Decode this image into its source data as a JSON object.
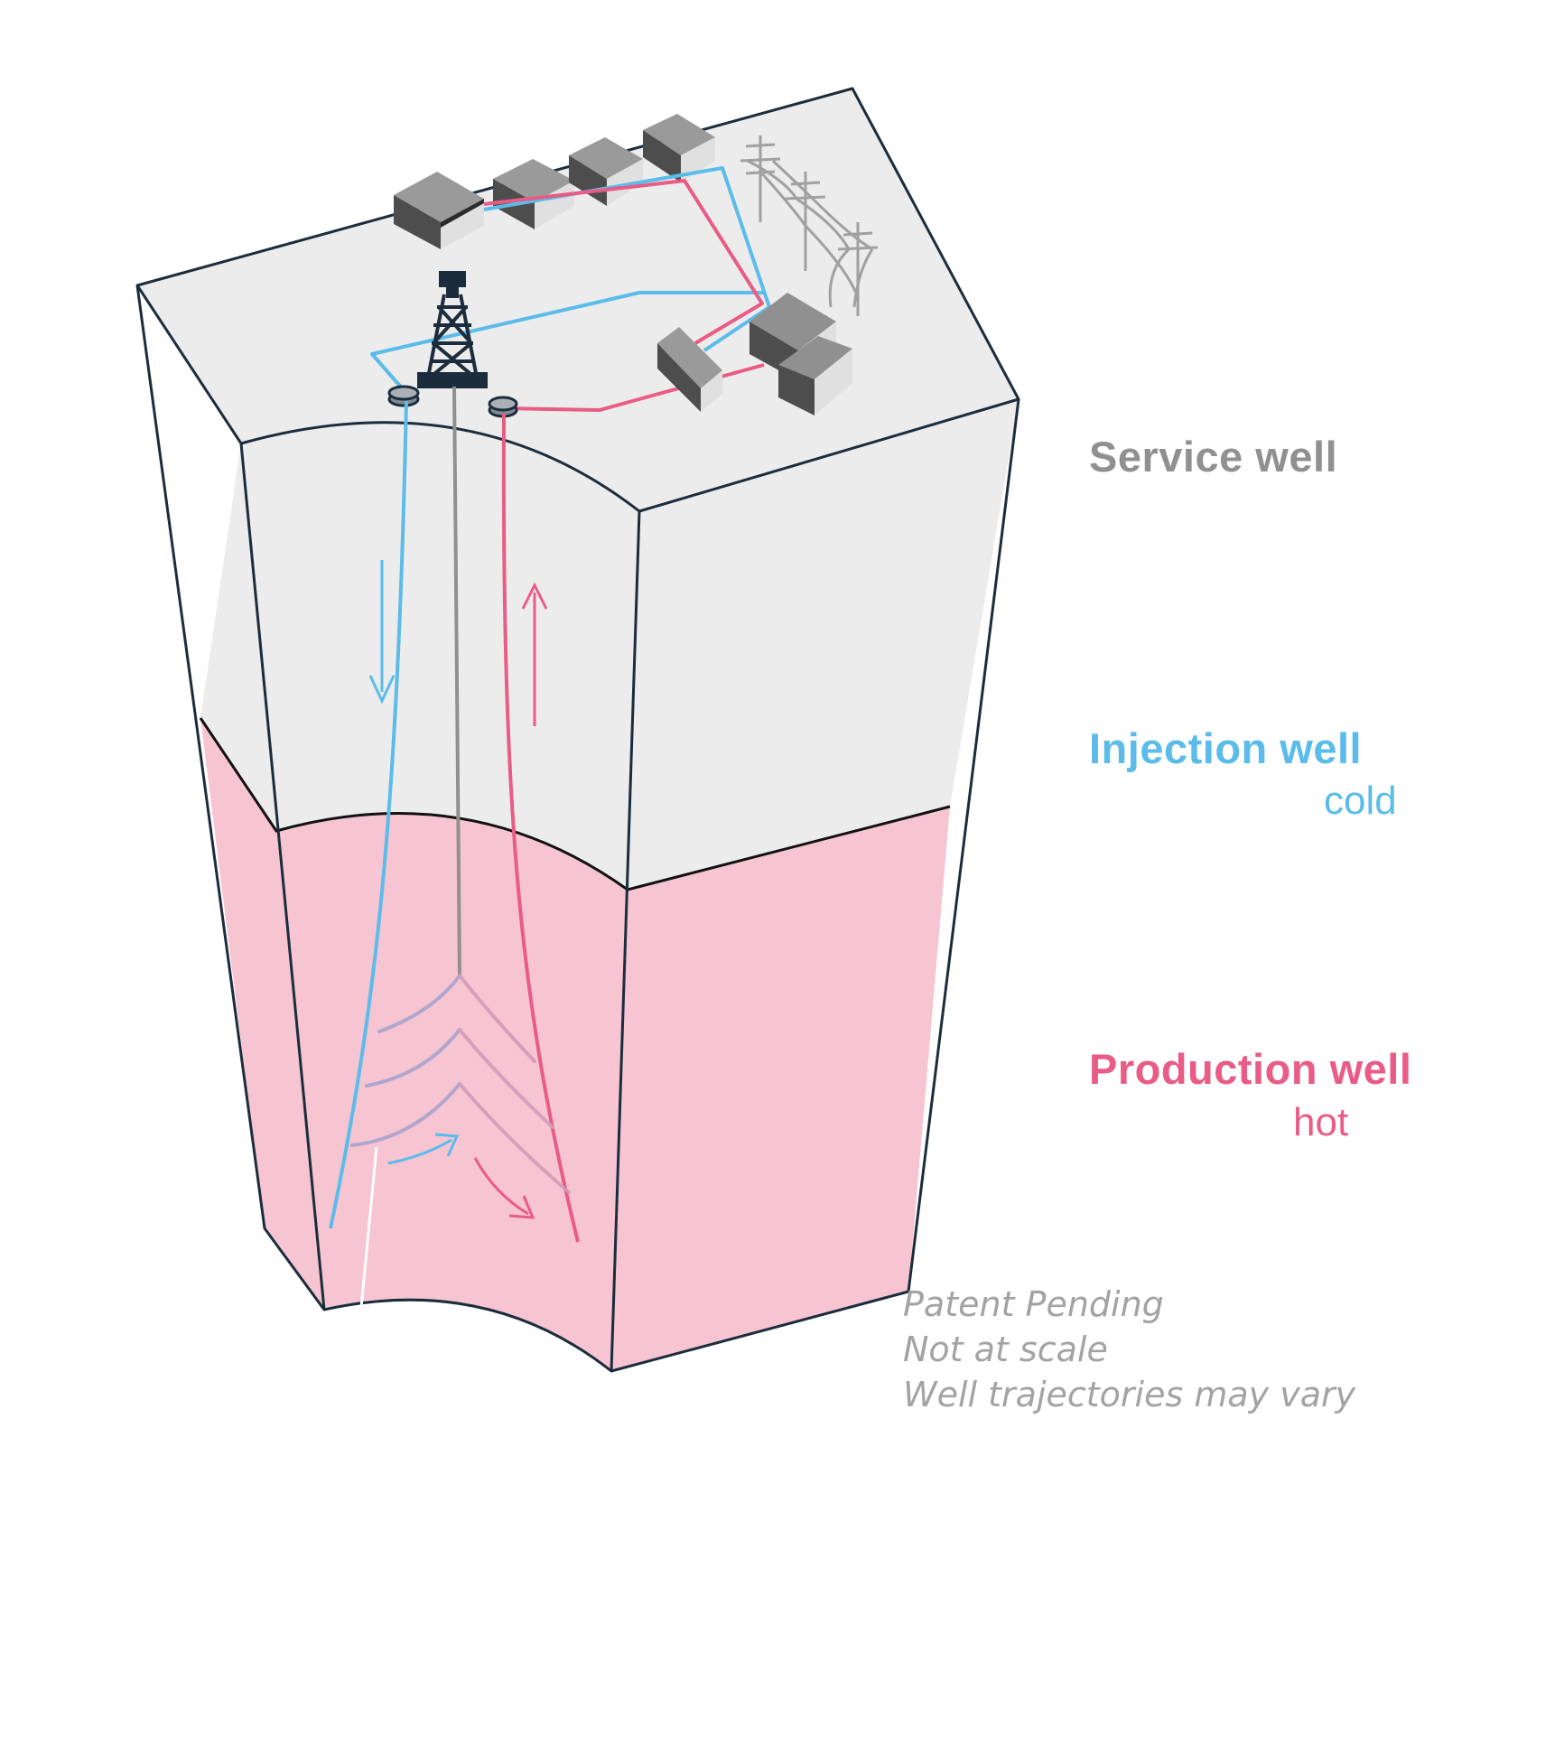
{
  "labels": {
    "service_well": "Service well",
    "injection_well": "Injection well",
    "injection_sub": "cold",
    "production_well": "Production well",
    "production_sub": "hot"
  },
  "notes": {
    "line1": "Patent Pending",
    "line2": "Not at scale",
    "line3": "Well trajectories may vary"
  },
  "colors": {
    "service": "#909090",
    "injection": "#5bbcea",
    "production": "#e85c86",
    "hot_layer": "#f7c4d2",
    "cold_layer": "#ececec",
    "outline": "#1b2d3c",
    "note": "#a3a3a3"
  },
  "icons": [
    "drilling-rig-icon",
    "house-icon",
    "power-pylon-icon",
    "wellhead-icon",
    "flow-arrow-icon"
  ]
}
